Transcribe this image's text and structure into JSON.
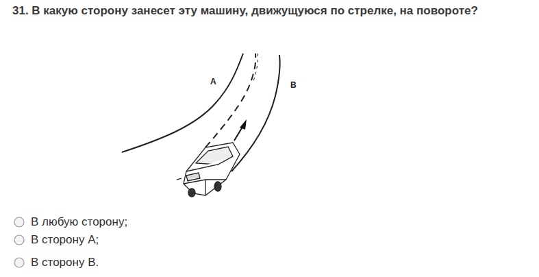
{
  "diagram": {
    "title": "31. В какую сторону занесет эту машину, движущуюся по стрелке, на повороте?",
    "labels": [
      "А",
      "В",
      "В любую сторону;",
      "В сторону А;",
      "В сторону В."
    ]
  }
}
